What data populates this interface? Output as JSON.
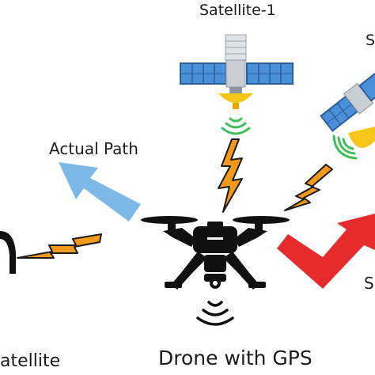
{
  "labels": {
    "satellite_1": "Satellite-1",
    "satellite_2_partial": "S",
    "satellite_3_partial": "atellite",
    "actual_path": "Actual Path",
    "drone": "Drone with GPS",
    "spoofed_path_partial": "S"
  },
  "icons": {
    "satellite": "satellite-icon",
    "signal": "signal-waves-icon",
    "lightning": "lightning-bolt-icon",
    "drone": "drone-icon",
    "arrow": "arrow-icon"
  },
  "colors": {
    "text": "#1c1c1c",
    "solar_panel": "#4a90d9",
    "solar_panel_dark": "#2c5f9e",
    "satellite_body": "#d7dbe0",
    "dish": "#f5c518",
    "signal": "#3fbf5a",
    "lightning": "#f39a1c",
    "actual_path_arrow": "#7cb9e8",
    "spoofed_path_arrow": "#e52b2b",
    "drone_body": "#111111"
  }
}
